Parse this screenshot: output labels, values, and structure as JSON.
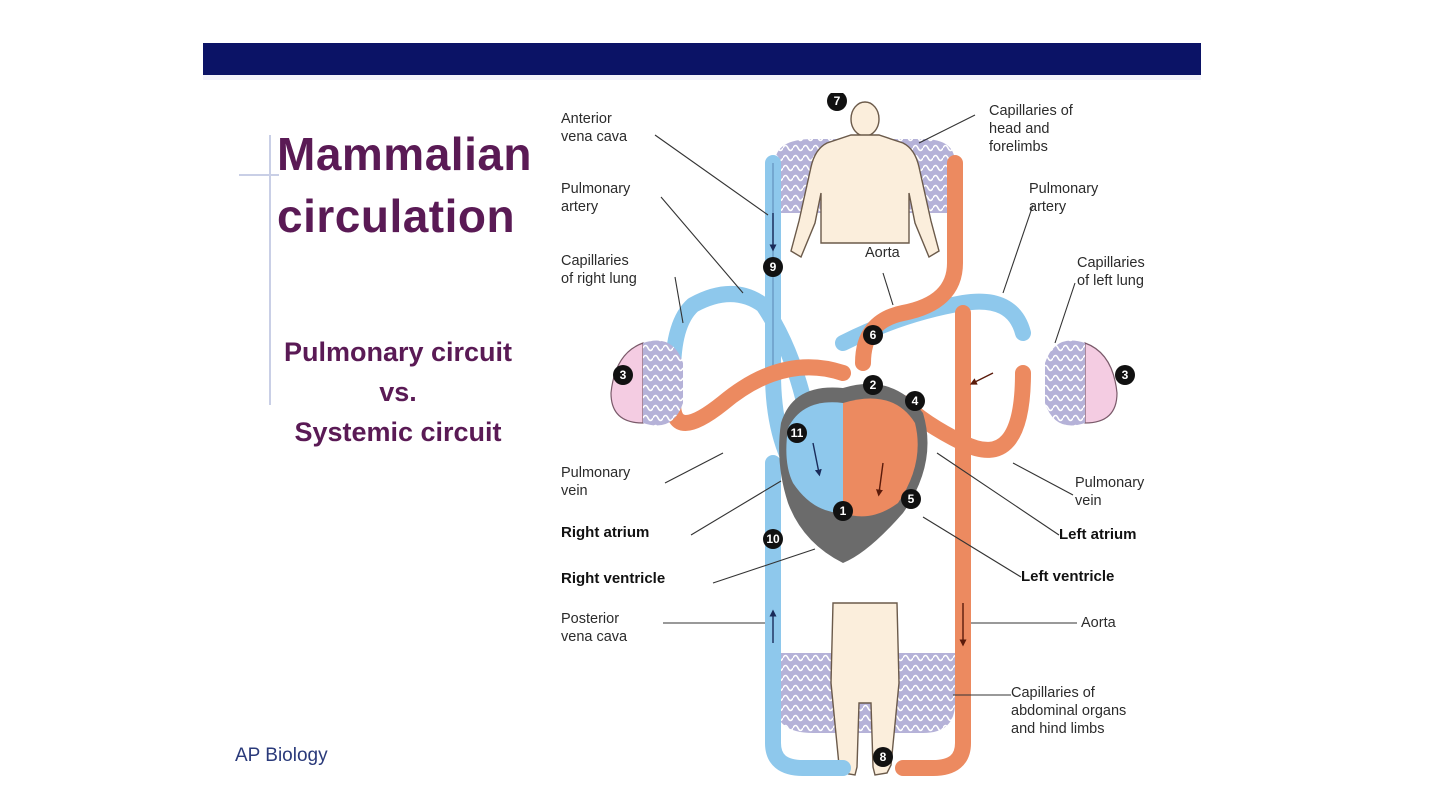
{
  "slide": {
    "title_line1": "Mammalian",
    "title_line2": "circulation",
    "subtitle_line1": "Pulmonary circuit",
    "subtitle_line2": "vs.",
    "subtitle_line3": "Systemic circuit",
    "footer": "AP Biology"
  },
  "colors": {
    "banner": "#0b1366",
    "title_text": "#5a1a55",
    "deoxygenated_vessel": "#8ec8ec",
    "oxygenated_vessel": "#ec8a60",
    "capillary": "#9a96c6",
    "lung": "#f4cce2",
    "body": "#fbeedc"
  },
  "labels": {
    "anterior_vena_cava": [
      "Anterior",
      "vena cava"
    ],
    "capillaries_head": [
      "Capillaries of",
      "head and",
      "forelimbs"
    ],
    "pulmonary_artery_left": [
      "Pulmonary",
      "artery"
    ],
    "pulmonary_artery_right": [
      "Pulmonary",
      "artery"
    ],
    "capillaries_right_lung": [
      "Capillaries",
      "of right lung"
    ],
    "aorta_top": "Aorta",
    "capillaries_left_lung": [
      "Capillaries",
      "of left lung"
    ],
    "pulmonary_vein_left": [
      "Pulmonary",
      "vein"
    ],
    "right_atrium": "Right atrium",
    "right_ventricle": "Right ventricle",
    "posterior_vena_cava": [
      "Posterior",
      "vena cava"
    ],
    "pulmonary_vein_right": [
      "Pulmonary",
      "vein"
    ],
    "left_atrium": "Left atrium",
    "left_ventricle": "Left ventricle",
    "aorta_bottom": "Aorta",
    "capillaries_abdominal": [
      "Capillaries of",
      "abdominal organs",
      "and hind limbs"
    ]
  },
  "step_markers": [
    "1",
    "2",
    "3",
    "3",
    "4",
    "5",
    "6",
    "7",
    "8",
    "9",
    "10",
    "11"
  ]
}
